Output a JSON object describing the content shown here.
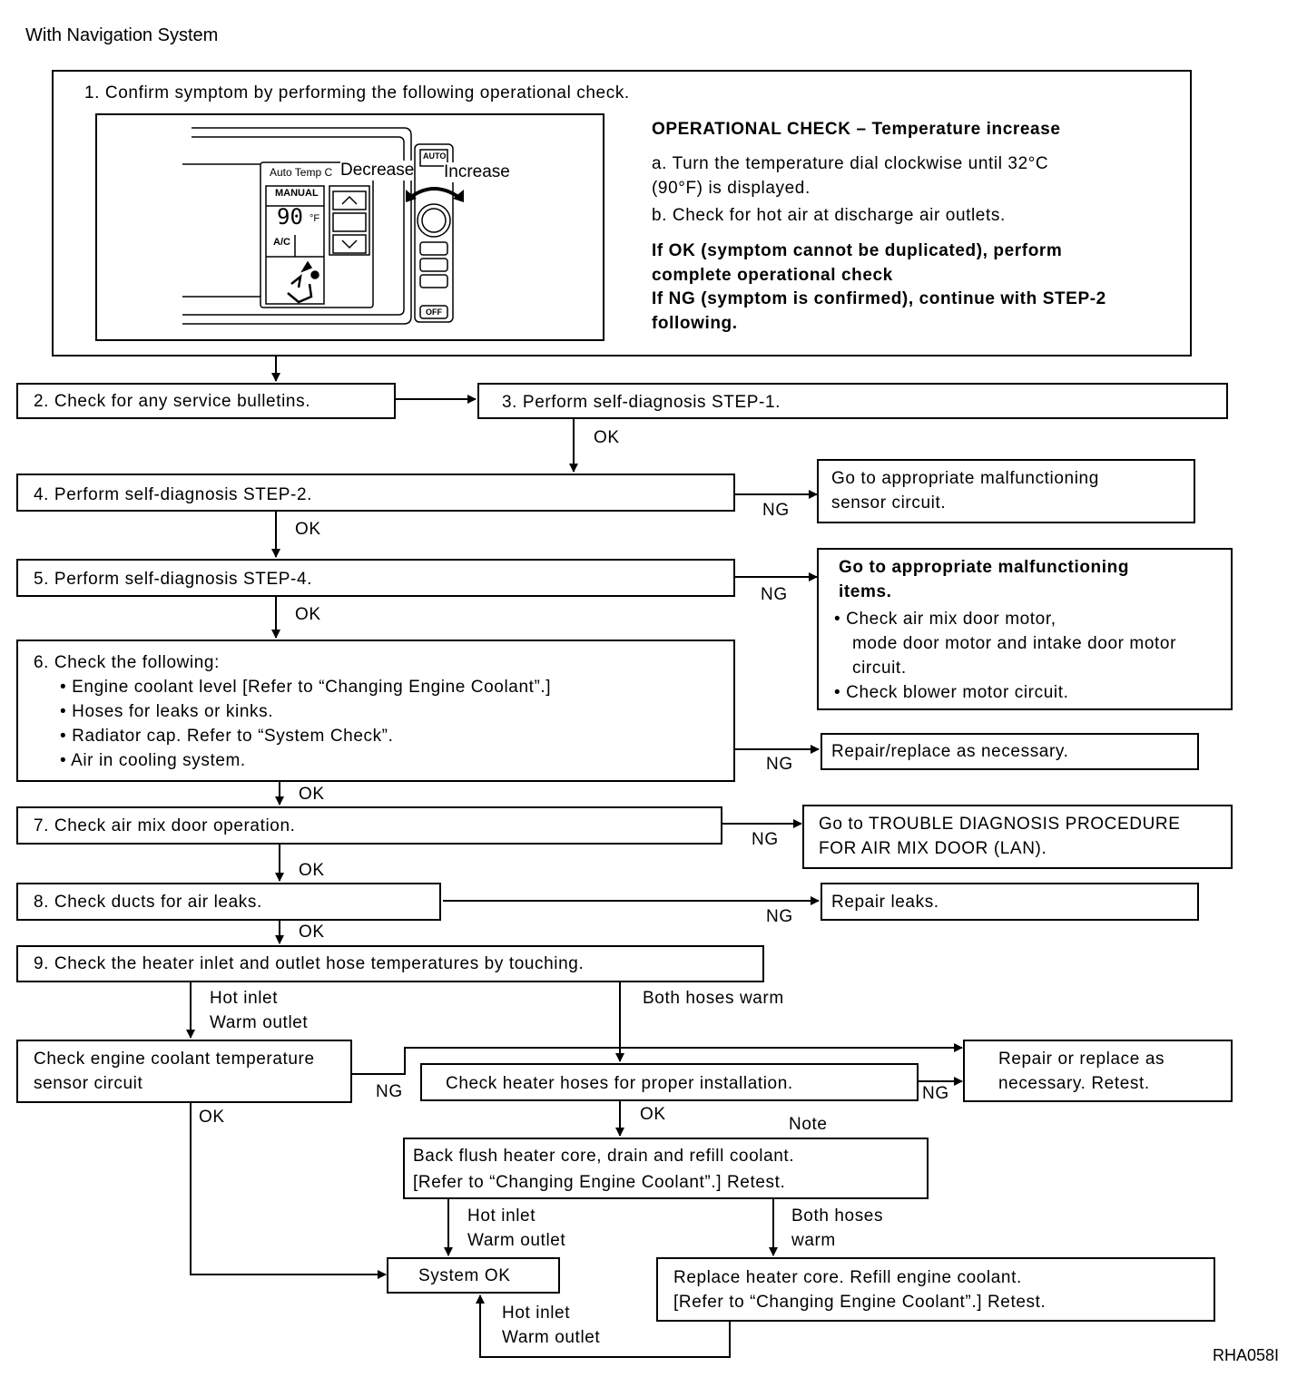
{
  "header": {
    "title": "With Navigation System"
  },
  "figure_id": "RHA058I",
  "step1": {
    "title": "1. Confirm symptom by performing the following operational check.",
    "check_title": "OPERATIONAL CHECK – Temperature increase",
    "step_a_1": "a. Turn the temperature dial clockwise until 32°C",
    "step_a_2": "(90°F) is displayed.",
    "step_b": "b. Check for hot air at discharge air outlets.",
    "if_ok_1": "If OK (symptom cannot be duplicated), perform",
    "if_ok_2": "complete operational check",
    "if_ng_1": "If NG (symptom is confirmed), continue with STEP-2",
    "if_ng_2": "following."
  },
  "panel": {
    "auto_temp": "Auto Temp C",
    "manual": "MANUAL",
    "temp_value": "90",
    "temp_unit": "°F",
    "ac": "A/C",
    "auto": "AUTO",
    "off": "OFF",
    "decrease": "Decrease",
    "increase": "Increase"
  },
  "steps": {
    "s2": "2. Check for any service bulletins.",
    "s3": "3. Perform self-diagnosis STEP-1.",
    "s4": "4. Perform self-diagnosis STEP-2.",
    "s5": "5. Perform self-diagnosis STEP-4.",
    "s6_title": "6. Check the following:",
    "s6_items": [
      "• Engine coolant level [Refer to “Changing Engine Coolant”.]",
      "• Hoses for leaks or kinks.",
      "• Radiator cap. Refer to “System Check”.",
      "• Air in cooling system."
    ],
    "s7": "7. Check air mix door operation.",
    "s8": "8. Check ducts for air leaks.",
    "s9": "9. Check the heater inlet and outlet hose temperatures by touching."
  },
  "results": {
    "r4_1": "Go to appropriate malfunctioning",
    "r4_2": "sensor circuit.",
    "r5_1": "Go to appropriate malfunctioning",
    "r5_2": "items.",
    "r5_3": "• Check air mix door motor,",
    "r5_4": "mode door motor and intake door motor",
    "r5_5": "circuit.",
    "r5_6": "• Check blower motor circuit.",
    "r6": "Repair/replace as necessary.",
    "r7_1": "Go to TROUBLE DIAGNOSIS PROCEDURE",
    "r7_2": "FOR AIR MIX DOOR (LAN).",
    "r8": "Repair leaks."
  },
  "lower": {
    "coolant_1": "Check engine coolant temperature",
    "coolant_2": "sensor circuit",
    "hoses": "Check heater hoses for proper installation.",
    "repair_1": "Repair or replace as",
    "repair_2": "necessary. Retest.",
    "flush_1": "Back flush heater core, drain and refill coolant.",
    "flush_2": "[Refer to “Changing Engine Coolant”.] Retest.",
    "system_ok": "System OK",
    "replace_1": "Replace heater core. Refill engine coolant.",
    "replace_2": "[Refer to “Changing Engine Coolant”.] Retest."
  },
  "labels": {
    "ok": "OK",
    "ng": "NG",
    "note": "Note",
    "hot_inlet": "Hot inlet",
    "warm_outlet": "Warm outlet",
    "both_hoses_warm": "Both hoses warm",
    "both_hoses": "Both hoses",
    "warm": "warm"
  }
}
